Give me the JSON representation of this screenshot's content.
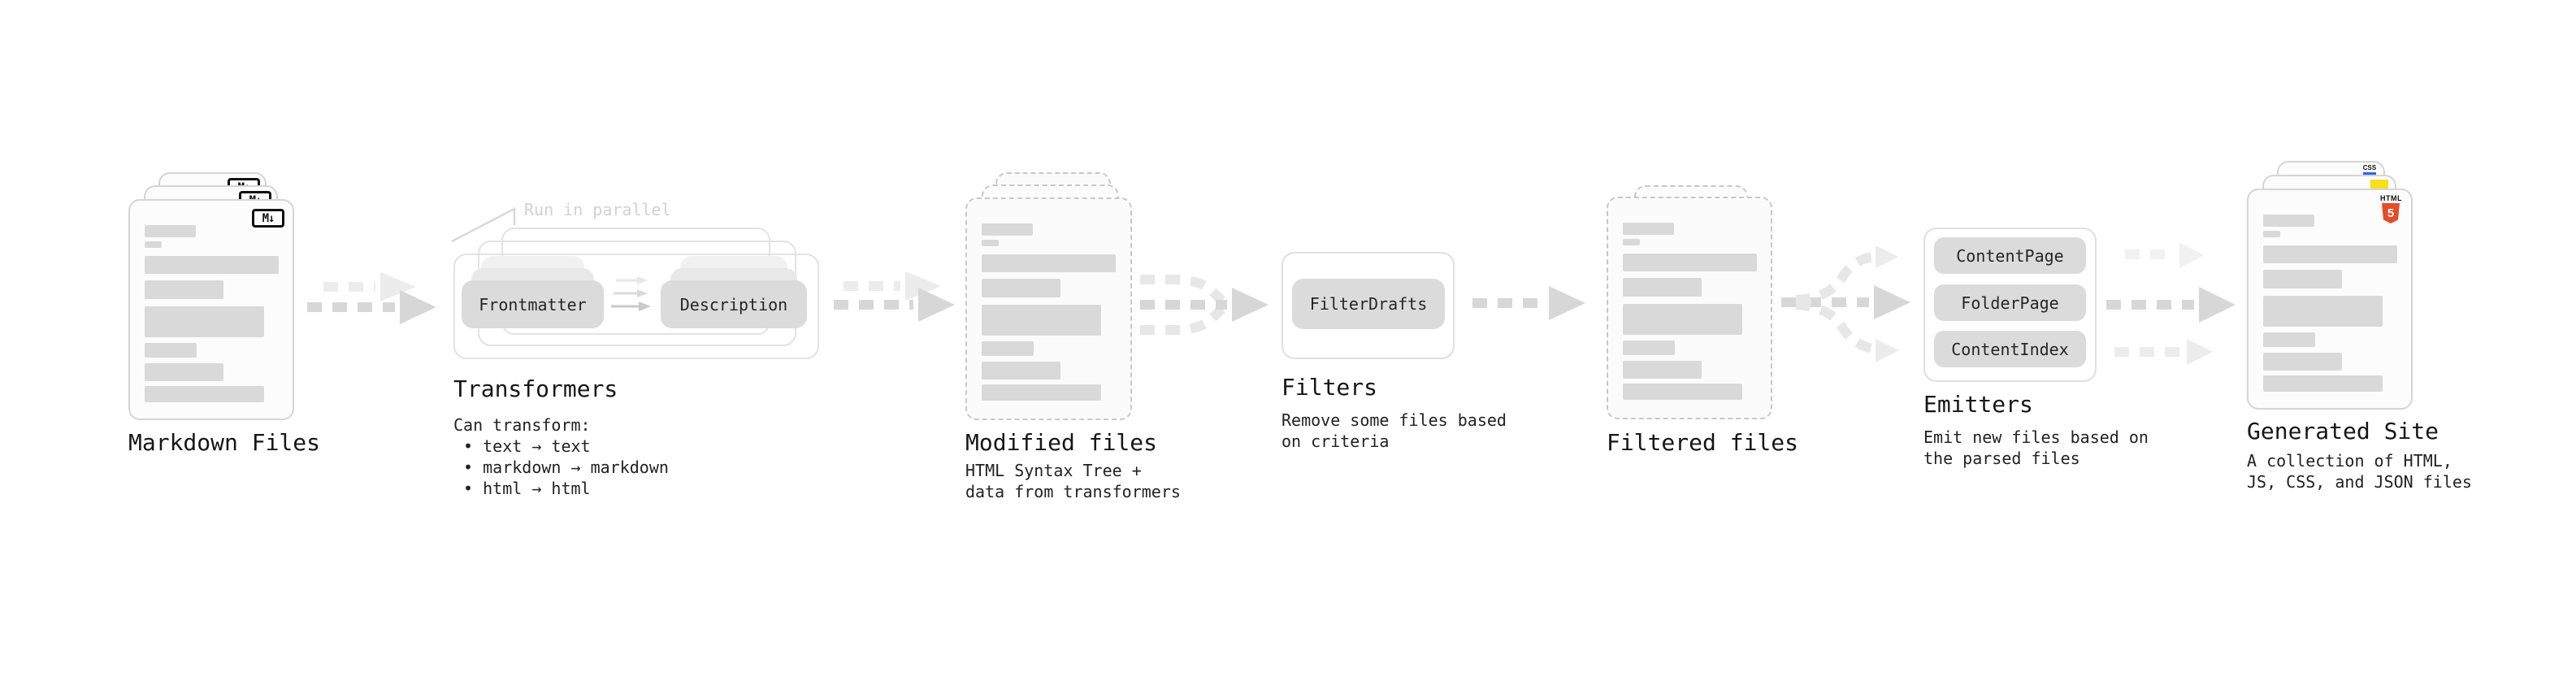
{
  "diagram": {
    "markdown": {
      "label": "Markdown Files",
      "badge": "M↓"
    },
    "transformers": {
      "label": "Transformers",
      "annotation": "Run in parallel",
      "pill_left": "Frontmatter",
      "pill_right": "Description",
      "body": [
        "Can transform:",
        " • text → text",
        " • markdown → markdown",
        " • html → html"
      ]
    },
    "modified": {
      "label": "Modified files",
      "body": [
        "HTML Syntax Tree +",
        "data from transformers"
      ]
    },
    "filters": {
      "label": "Filters",
      "pill": "FilterDrafts",
      "body": [
        "Remove some files based",
        "on criteria"
      ]
    },
    "filtered": {
      "label": "Filtered files"
    },
    "emitters": {
      "label": "Emitters",
      "pills": [
        "ContentPage",
        "FolderPage",
        "ContentIndex"
      ],
      "body": [
        "Emit new files based on",
        "the parsed files"
      ]
    },
    "generated": {
      "label": "Generated Site",
      "body": [
        "A collection of HTML,",
        "JS, CSS, and JSON files"
      ],
      "badge_html_word": "HTML",
      "badge_html_number": "5",
      "badge_css": "CSS"
    }
  },
  "colors": {
    "text": "#1f1f1f",
    "bar": "#d9d9d9",
    "pill": "#dbdbdb",
    "annotation": "#d2d2d2",
    "arrow_dark": "#d7d7d7",
    "arrow_light": "#ececec",
    "arrow_faint": "#f1f1f1",
    "arrow_curve": "#e7e7e7",
    "accent_html5": "#e44d26",
    "accent_js": "#f7df1e",
    "accent_css": "#2962ff"
  }
}
